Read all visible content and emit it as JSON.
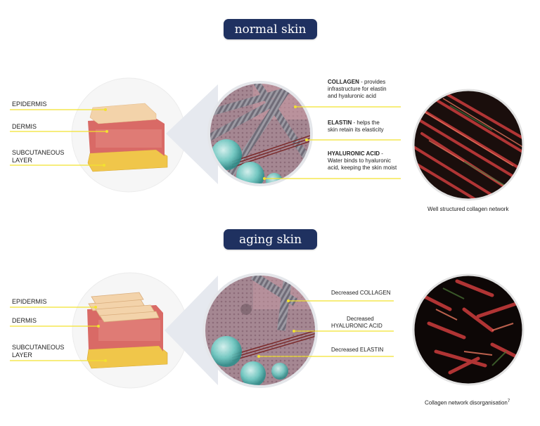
{
  "sections": {
    "normal": {
      "title": "normal skin",
      "layers": [
        "EPIDERMIS",
        "DERMIS",
        "SUBCUTANEOUS",
        "LAYER"
      ],
      "annotations": [
        {
          "strong": "COLLAGEN",
          "rest": " - provides",
          "line2": "infrastructure for elastin",
          "line3": "and hyaluronic acid"
        },
        {
          "strong": "ELASTIN",
          "rest": " - helps the",
          "line2": "skin retain its elasticity",
          "line3": ""
        },
        {
          "strong": "HYALURONIC ACID",
          "rest": " -",
          "line2": "Water binds to hyaluronic",
          "line3": "acid, keeping the skin moist"
        }
      ],
      "caption": "Well structured collagen network"
    },
    "aging": {
      "title": "aging skin",
      "layers": [
        "EPIDERMIS",
        "DERMIS",
        "SUBCUTANEOUS",
        "LAYER"
      ],
      "annotations": [
        "Decreased COLLAGEN",
        "Decreased",
        "HYALURONIC ACID",
        "Decreased ELASTIN"
      ],
      "caption": "Collagen network disorganisation",
      "caption_sup": "7"
    }
  },
  "colors": {
    "navy": "#1f3160",
    "leader_yellow": "#f2e22f",
    "dermis_red": "#d96a66",
    "fat_yellow": "#f0c64a",
    "epidermis_tan": "#f3d3aa",
    "fiber_red": "#c23a3a"
  }
}
